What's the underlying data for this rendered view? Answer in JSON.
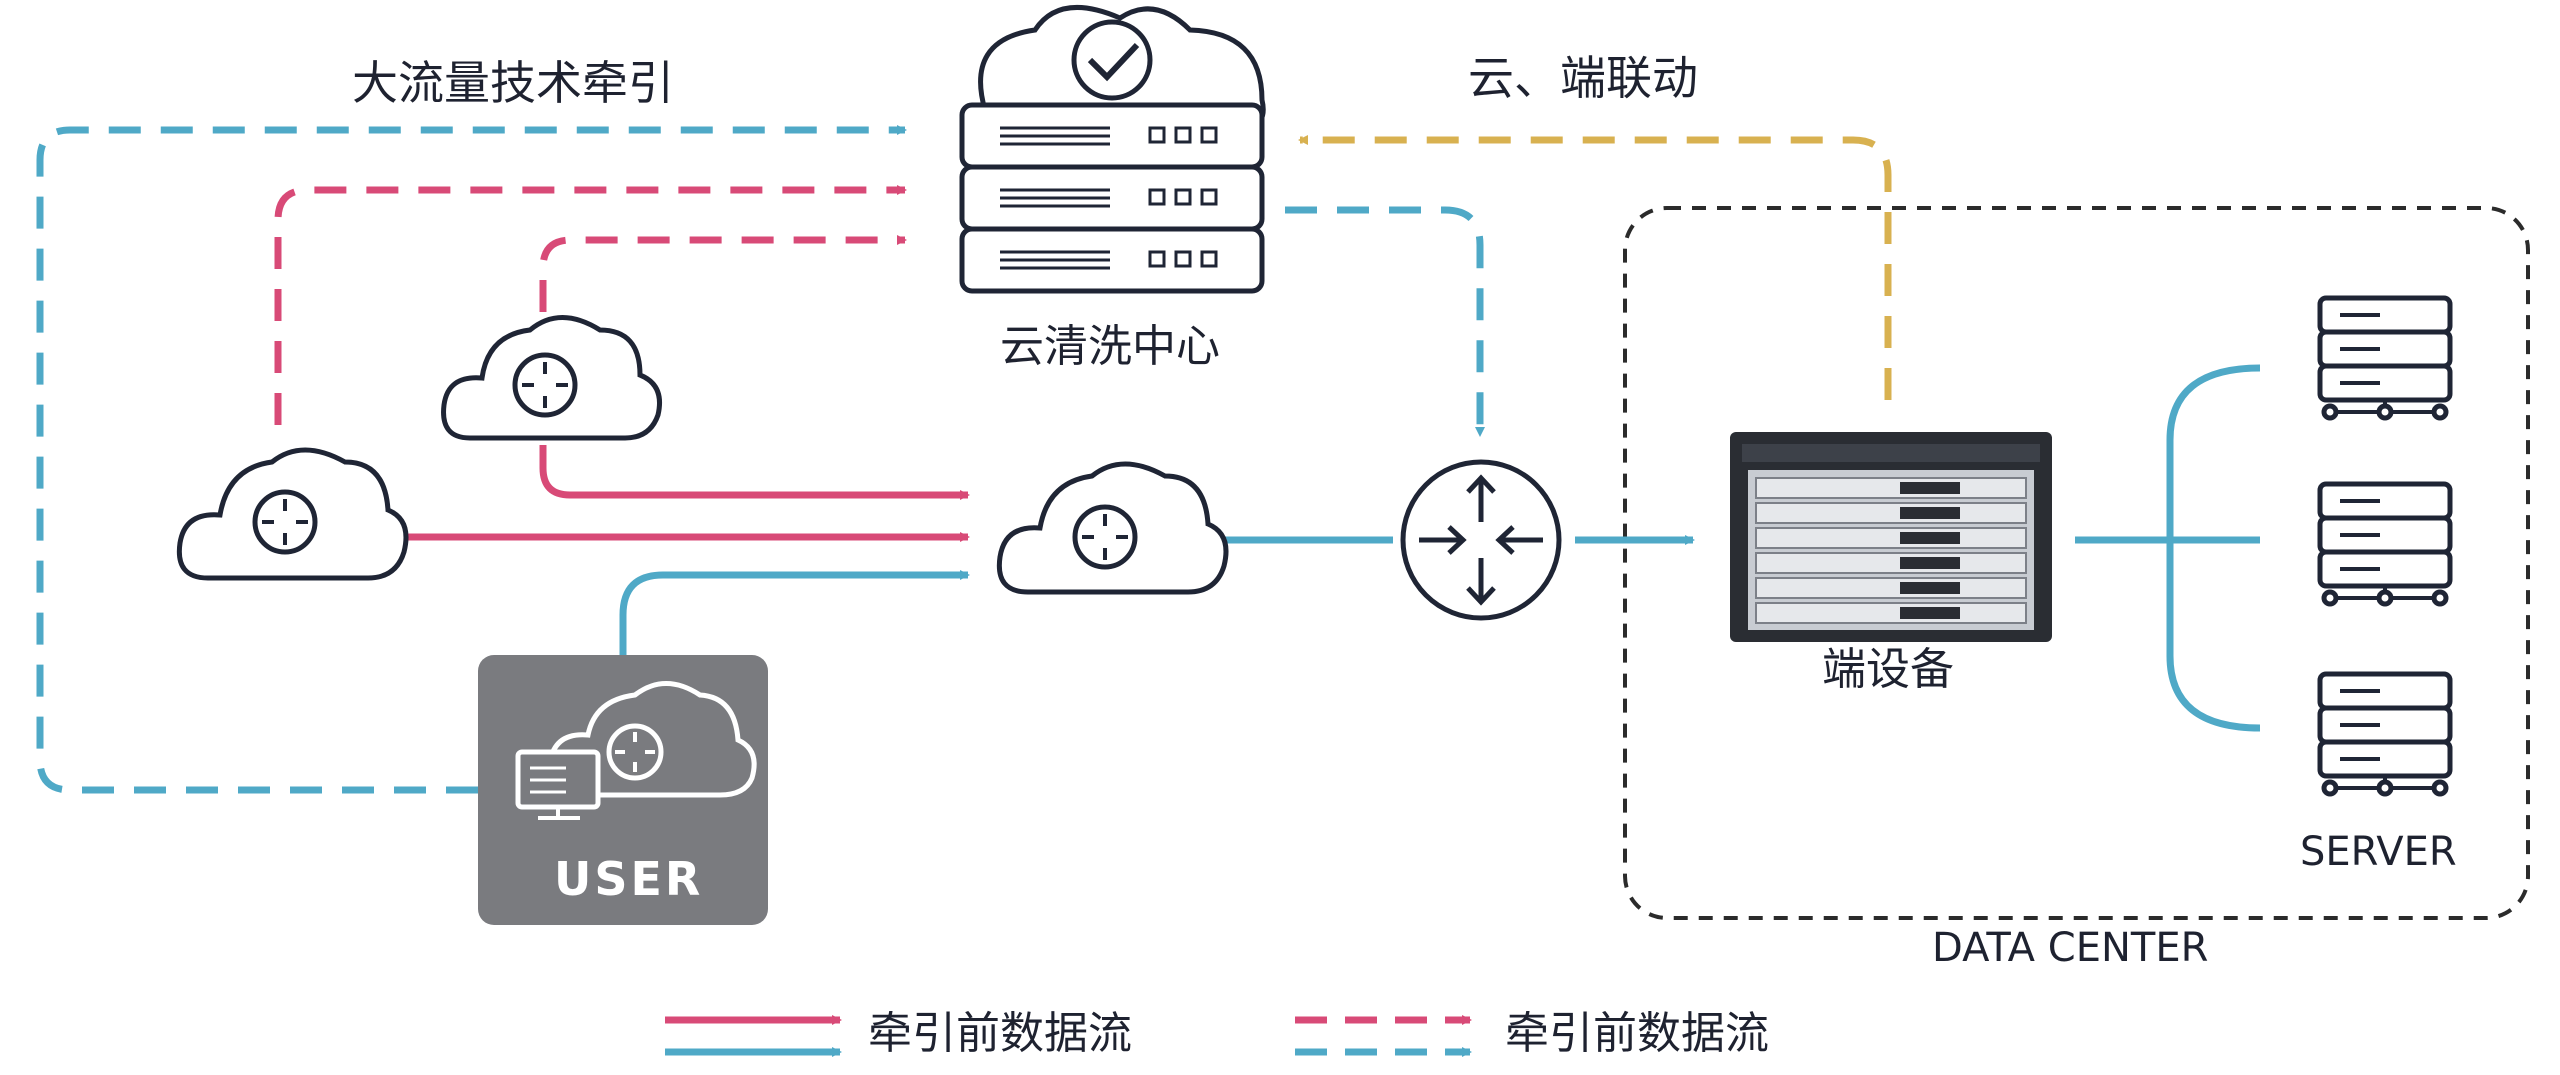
{
  "labels": {
    "top_left_title": "大流量技术牵引",
    "top_right_title": "云、端联动",
    "cloud_center": "云清洗中心",
    "end_device": "端设备",
    "server": "SERVER",
    "data_center": "DATA CENTER",
    "user": "USER"
  },
  "legend": {
    "solid_label": "牵引前数据流",
    "dashed_label": "牵引前数据流"
  },
  "colors": {
    "pink": "#d84a77",
    "blue": "#4fa9c7",
    "gold": "#d8b150",
    "outline": "#1f2535",
    "user_box": "#7a7b7f"
  },
  "icons": [
    "cloud-server-check-icon",
    "cloud-router-icon",
    "router-icon",
    "end-device-chassis-icon",
    "server-rack-icon",
    "user-terminal-icon",
    "arrow-icon"
  ]
}
